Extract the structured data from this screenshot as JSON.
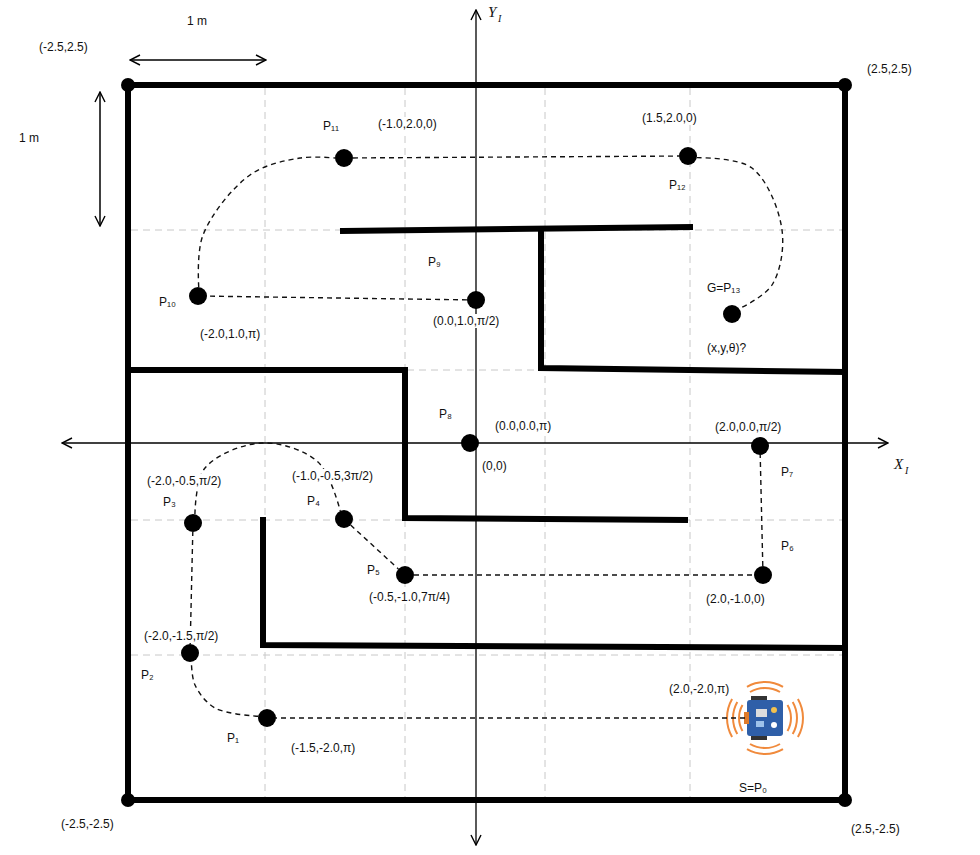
{
  "diagram": {
    "nodes": [
      {
        "text": [
          "(2.0,-2.0,π)",
          "S=P₀"
        ]
      },
      {
        "text": [
          "P₁",
          "(-1.5,-2.0,π)"
        ]
      },
      {
        "text": [
          "(-2.0,-1.5,π/2)",
          "P₂"
        ]
      },
      {
        "text": [
          "(-2.0,-0.5,π/2)",
          "P₃"
        ]
      },
      {
        "text": [
          "(-1.0,-0.5,3π/2)",
          "P₄"
        ]
      },
      {
        "text": [
          "P₅",
          "(-0.5,-1.0,7π/4)"
        ]
      },
      {
        "text": [
          "P₆",
          "(2.0,-1.0,0)"
        ]
      },
      {
        "text": [
          "(2.0,0.0,π/2)",
          "P₇"
        ]
      },
      {
        "text": [
          "P₈",
          "(0.0,0.0,π)"
        ]
      },
      {
        "text": [
          "P₉",
          "(0.0,1.0,π/2)"
        ]
      },
      {
        "text": [
          "P₁₀",
          "(-2.0,1.0,π)"
        ]
      },
      {
        "text": [
          "P₁₁",
          "(-1.0,2.0,0)"
        ]
      },
      {
        "text": [
          "(1.5,2.0,0)",
          "P₁₂"
        ]
      },
      {
        "text": [
          "G=P₁₃",
          "(x,y,θ)?"
        ]
      }
    ],
    "edges": [
      {
        "from": 0,
        "to": 1,
        "arrow": "none"
      },
      {
        "from": 1,
        "to": 2,
        "arrow": "none"
      },
      {
        "from": 2,
        "to": 3,
        "arrow": "none"
      },
      {
        "from": 3,
        "to": 4,
        "arrow": "none"
      },
      {
        "from": 4,
        "to": 5,
        "arrow": "none"
      },
      {
        "from": 5,
        "to": 6,
        "arrow": "none"
      },
      {
        "from": 6,
        "to": 7,
        "arrow": "none"
      },
      {
        "from": 9,
        "to": 10,
        "arrow": "none"
      },
      {
        "from": 10,
        "to": 11,
        "arrow": "none"
      },
      {
        "from": 11,
        "to": 12,
        "arrow": "none"
      },
      {
        "from": 12,
        "to": 13,
        "arrow": "none"
      }
    ],
    "labels": [
      "1 m",
      "1 m",
      "(-2.5,2.5)",
      "(2.5,2.5)",
      "(-2.5,-2.5)",
      "(2.5,-2.5)",
      "Y",
      "I",
      "X",
      "I",
      "(0,0)"
    ]
  }
}
